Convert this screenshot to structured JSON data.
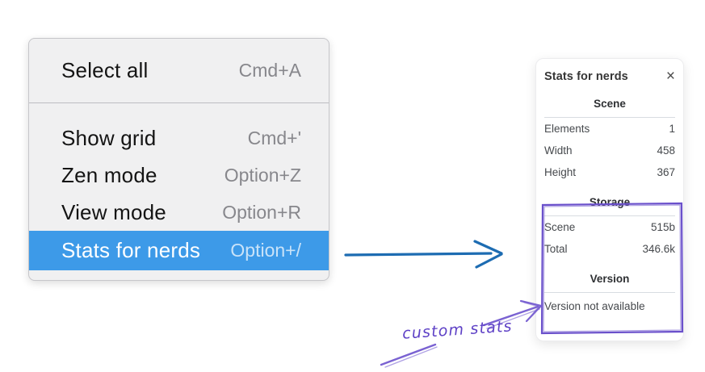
{
  "menu": {
    "sections": [
      {
        "items": [
          {
            "label": "Select all",
            "shortcut": "Cmd+A",
            "highlighted": false
          }
        ]
      },
      {
        "items": [
          {
            "label": "Show grid",
            "shortcut": "Cmd+'",
            "highlighted": false
          },
          {
            "label": "Zen mode",
            "shortcut": "Option+Z",
            "highlighted": false
          },
          {
            "label": "View mode",
            "shortcut": "Option+R",
            "highlighted": false
          },
          {
            "label": "Stats for nerds",
            "shortcut": "Option+/",
            "highlighted": true
          }
        ]
      }
    ],
    "highlight_color": "#3d9ae8"
  },
  "stats_panel": {
    "title": "Stats for nerds",
    "close_icon": "×",
    "sections": [
      {
        "heading": "Scene",
        "rows": [
          [
            "Elements",
            "1"
          ],
          [
            "Width",
            "458"
          ],
          [
            "Height",
            "367"
          ]
        ]
      },
      {
        "heading": "Storage",
        "rows": [
          [
            "Scene",
            "515b"
          ],
          [
            "Total",
            "346.6k"
          ]
        ]
      },
      {
        "heading": "Version",
        "rows": [],
        "note": "Version not available"
      }
    ]
  },
  "annotations": {
    "custom_stats_label": "custom stats",
    "purple_color": "#6a50cb",
    "blue_arrow_color": "#1d6cb2"
  }
}
